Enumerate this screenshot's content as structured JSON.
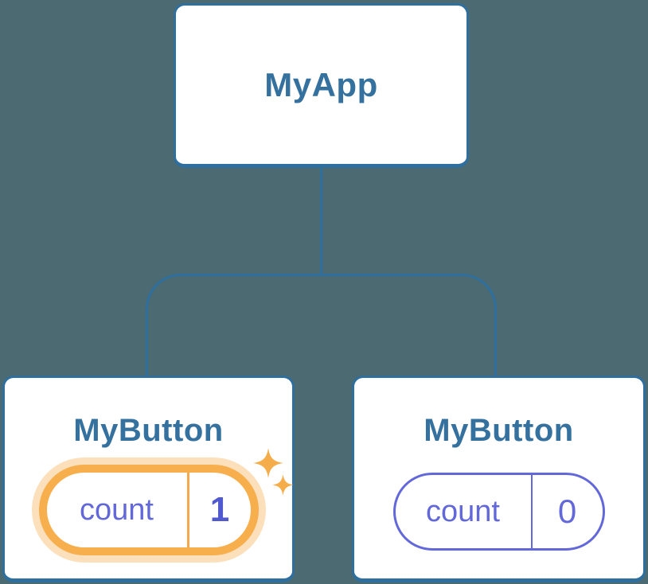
{
  "diagram": {
    "background_color": "#4C6A72",
    "connector_color": "#2E6F9E",
    "node_border_color": "#2E6F9E",
    "node_label_color": "#35719F",
    "state_color": "#6268D9",
    "highlight_color": "#F7AE4D",
    "sparkle_color": "#F5AC4B",
    "root": {
      "label": "MyApp"
    },
    "children": [
      {
        "label": "MyButton",
        "state": {
          "name": "count",
          "value": "1"
        },
        "highlighted": true,
        "sparkles": true
      },
      {
        "label": "MyButton",
        "state": {
          "name": "count",
          "value": "0"
        },
        "highlighted": false,
        "sparkles": false
      }
    ]
  }
}
